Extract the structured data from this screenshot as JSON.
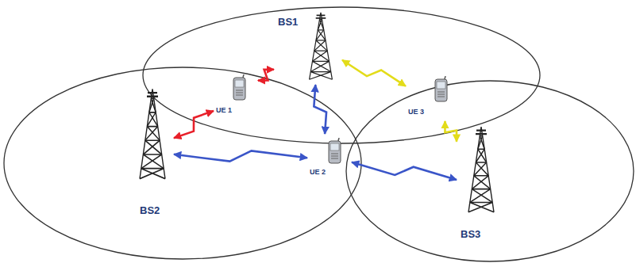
{
  "diagram": {
    "nodes": [
      {
        "text": [
          "BS1"
        ]
      },
      {
        "text": [
          "UE 1"
        ]
      },
      {
        "text": [
          "UE 3"
        ]
      },
      {
        "text": [
          "BS2"
        ]
      },
      {
        "text": [
          "UE 2"
        ]
      },
      {
        "text": [
          "BS3"
        ]
      }
    ],
    "edges": [
      {
        "from": 1,
        "to": 0,
        "arrow": "both"
      },
      {
        "from": 1,
        "to": 3,
        "arrow": "both"
      },
      {
        "from": 2,
        "to": 0,
        "arrow": "both"
      },
      {
        "from": 2,
        "to": 5,
        "arrow": "both"
      },
      {
        "from": 4,
        "to": 0,
        "arrow": "both"
      },
      {
        "from": 4,
        "to": 3,
        "arrow": "both"
      },
      {
        "from": 4,
        "to": 5,
        "arrow": "both"
      }
    ]
  }
}
